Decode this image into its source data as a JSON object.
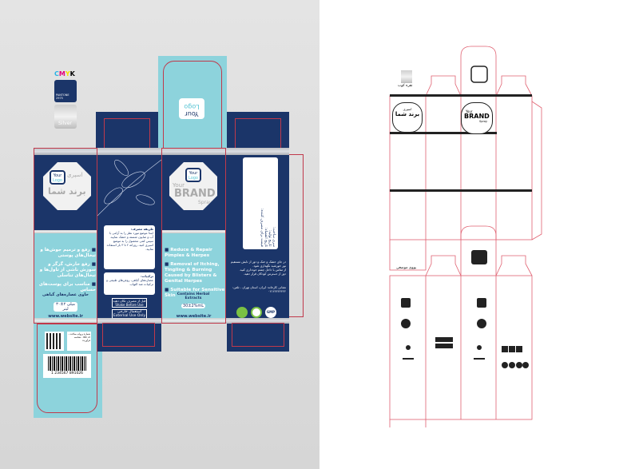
{
  "swatches": {
    "cmyk_label": "CMYK",
    "pantone": "PANTONE 2975",
    "silver": "Silver"
  },
  "logo": {
    "line1": "Your",
    "line2": "Logo"
  },
  "brand_fa": {
    "line1": "اسپری",
    "line2": "برند شما"
  },
  "brand_en": {
    "your": "Your",
    "brand": "BRAND",
    "spray": "Spray"
  },
  "panel_fa": {
    "bullets": [
      "رفع و ترمیم جوش‌ها و تبخال‌های پوستی",
      "رفع خارش، گزگز و سوزش ناشی از تاول‌ها و تبخال‌های تناسلی",
      "مناسب برای پوست‌های حساس"
    ],
    "herbal": "حاوی عصاره‌های گیاهی",
    "volume": "۳۰±۲ میلی لیتر",
    "website": "www.website.ir"
  },
  "panel_en": {
    "bullets": [
      "Reduce & Repair Pimples & Herpes",
      "Removal of Itching, Tingling & Burning Caused by Blisters & Genital Herpes",
      "Suitable for Sensitive Skin"
    ],
    "herbal": "Contains Herbal Extracts",
    "volume": "30±2%mL",
    "website": "www.website.ir"
  },
  "panel_usage": {
    "usage_title": "طریقه مصرف:",
    "usage_text": "ابتدا موضع مورد نظر را به آرامی با آب و صابون شسته و خشک نمایید. سپس کمی محصول را به موضع اسپری کنید. روزانه ۲ تا ۳ بار استفاده نمایید.",
    "ingredients_title": "ترکیبات:",
    "ingredients_text": "عصاره‌های گیاهی، روغن‌های طبیعی و ترکیبات ضد التهاب",
    "shake_fa": "قبل از مصرف تکان دهید",
    "shake_en": "Shake Before Use",
    "external_fa": "استعمال خارجی",
    "external_en": "External Use Only"
  },
  "panel_info": {
    "fields": [
      "سری ساخت:",
      "تاریخ تولید:",
      "تاریخ انقضاء:",
      "قیمت برای مصرف کننده:"
    ],
    "warnings": [
      "در جای خشک و خنک و دور از تابش مستقیم نور خورشید نگهداری شود.",
      "از تماس با داخل چشم خودداری کنید.",
      "دور از دسترس کودکان قرار دهید."
    ],
    "manufacturer": "نشانی کارخانه: ایران، استان تهران - تلفن: ۰۲۱۲۲۲۲۲۲۲۲",
    "badges": [
      "GMP"
    ]
  },
  "barcode": {
    "number": "1 234567 891026",
    "info": "شماره پروانه ساخت - کد IRC - شناسه فرآورده"
  },
  "print_notes": {
    "silver_label": "نقره کوب",
    "uv_label": "یووی موضعی"
  }
}
